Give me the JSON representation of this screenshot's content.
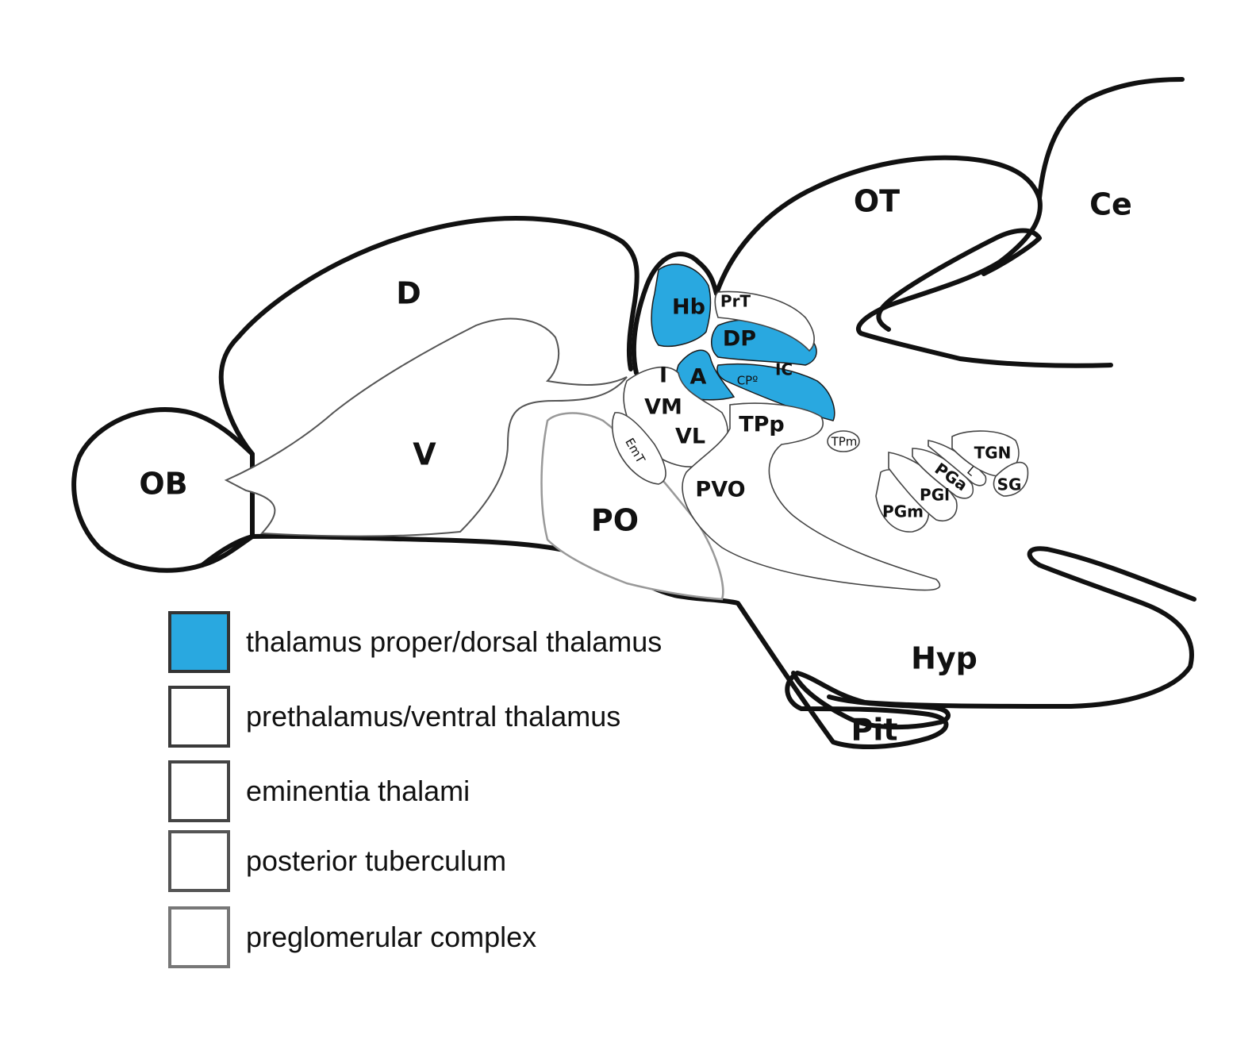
{
  "regions": {
    "OB": "OB",
    "D": "D",
    "V": "V",
    "PO": "PO",
    "OT": "OT",
    "Ce": "Ce",
    "Hb": "Hb",
    "PrT": "PrT",
    "DP": "DP",
    "A": "A",
    "CPo": "CPº",
    "IC": "IC",
    "I": "I",
    "VM": "VM",
    "VL": "VL",
    "EmT": "EmT",
    "TPp": "TPp",
    "TPm": "TPm",
    "PVO": "PVO",
    "TGN": "TGN",
    "L": "L",
    "PGa": "PGa",
    "PGl": "PGl",
    "PGm": "PGm",
    "SG": "SG",
    "Hyp": "Hyp",
    "Pit": "Pit"
  },
  "colors": {
    "thalamus": "#29a8e0",
    "outline": "#111111"
  },
  "legend": [
    {
      "label": "thalamus proper/dorsal thalamus",
      "color": "#29a8e0",
      "border": "#333333"
    },
    {
      "label": "prethalamus/ventral thalamus",
      "color": "#ffffff",
      "border": "#3a3a3a"
    },
    {
      "label": "eminentia thalami",
      "color": "#ffffff",
      "border": "#444444"
    },
    {
      "label": "posterior tuberculum",
      "color": "#ffffff",
      "border": "#555555"
    },
    {
      "label": "preglomerular complex",
      "color": "#ffffff",
      "border": "#777777"
    }
  ]
}
